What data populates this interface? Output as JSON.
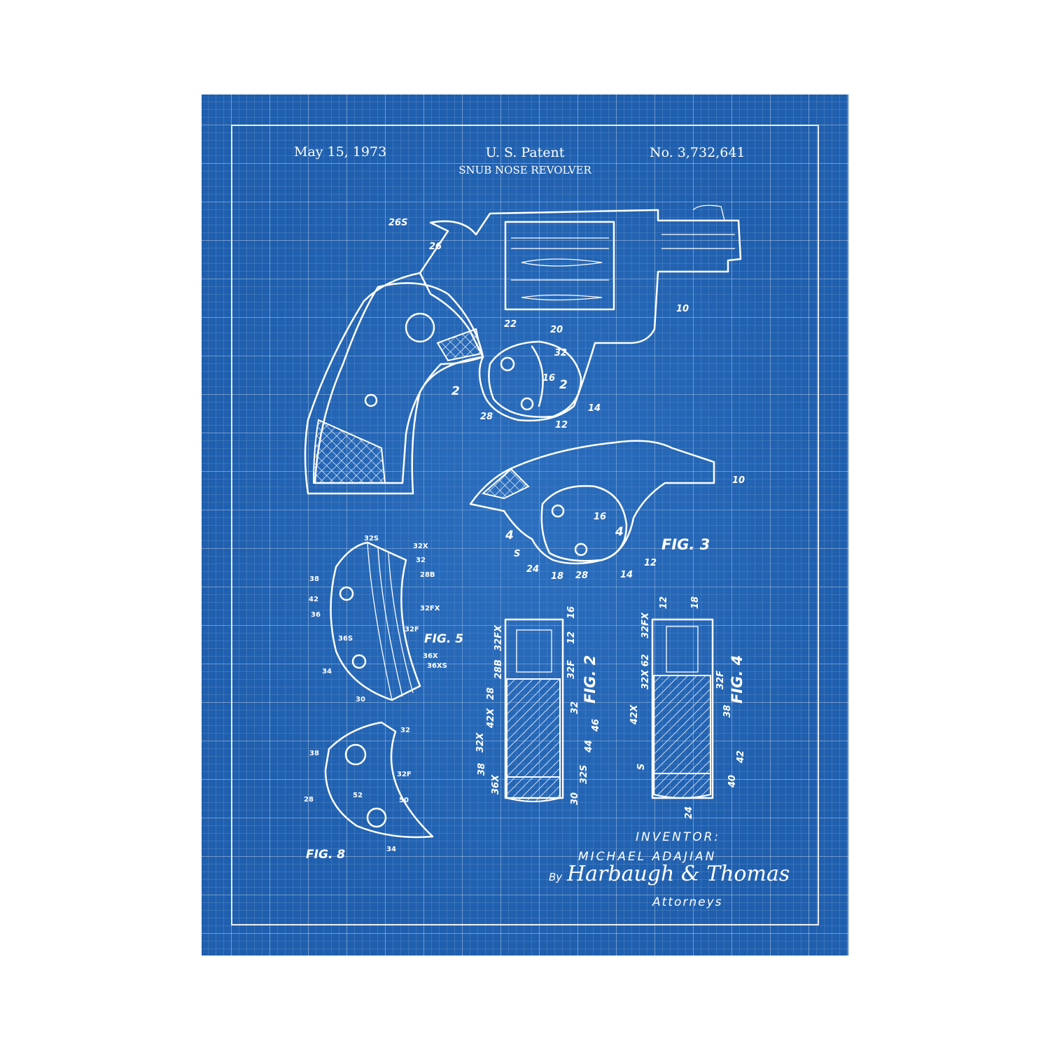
{
  "header": {
    "date": "May 15, 1973",
    "office": "U. S. Patent",
    "title": "SNUB NOSE REVOLVER",
    "number": "No. 3,732,641"
  },
  "fig1_labels": [
    "26S",
    "26",
    "22",
    "20",
    "32",
    "16",
    "2",
    "2",
    "28",
    "12",
    "14",
    "10"
  ],
  "fig3": {
    "caption": "FIG. 3",
    "labels": [
      "10",
      "16",
      "4",
      "4",
      "S",
      "24",
      "18",
      "28",
      "14",
      "12"
    ]
  },
  "fig5": {
    "caption": "FIG. 5",
    "labels": [
      "32S",
      "32X",
      "32",
      "28B",
      "38",
      "42",
      "36",
      "32FX",
      "36S",
      "32F",
      "36X",
      "36XS",
      "34",
      "30"
    ]
  },
  "fig8": {
    "caption": "FIG. 8",
    "labels": [
      "32",
      "38",
      "32F",
      "28",
      "52",
      "50",
      "34"
    ]
  },
  "fig2": {
    "caption": "FIG. 2",
    "labels": [
      "32FX",
      "28B",
      "28",
      "42X",
      "32X",
      "38",
      "36X",
      "16",
      "12",
      "32F",
      "32",
      "46",
      "44",
      "32S",
      "30"
    ]
  },
  "fig4": {
    "caption": "FIG. 4",
    "labels": [
      "32FX",
      "32X 62",
      "42X",
      "S",
      "12",
      "18",
      "32F",
      "38",
      "42",
      "40",
      "24"
    ]
  },
  "signature": {
    "inventor_label": "INVENTOR:",
    "inventor_name": "MICHAEL ADAJIAN",
    "by": "By",
    "signature_text": "Harbaugh & Thomas",
    "attorneys": "Attorneys"
  },
  "colors": {
    "blueprint": "#1f5fae",
    "line": "#ffffff"
  }
}
